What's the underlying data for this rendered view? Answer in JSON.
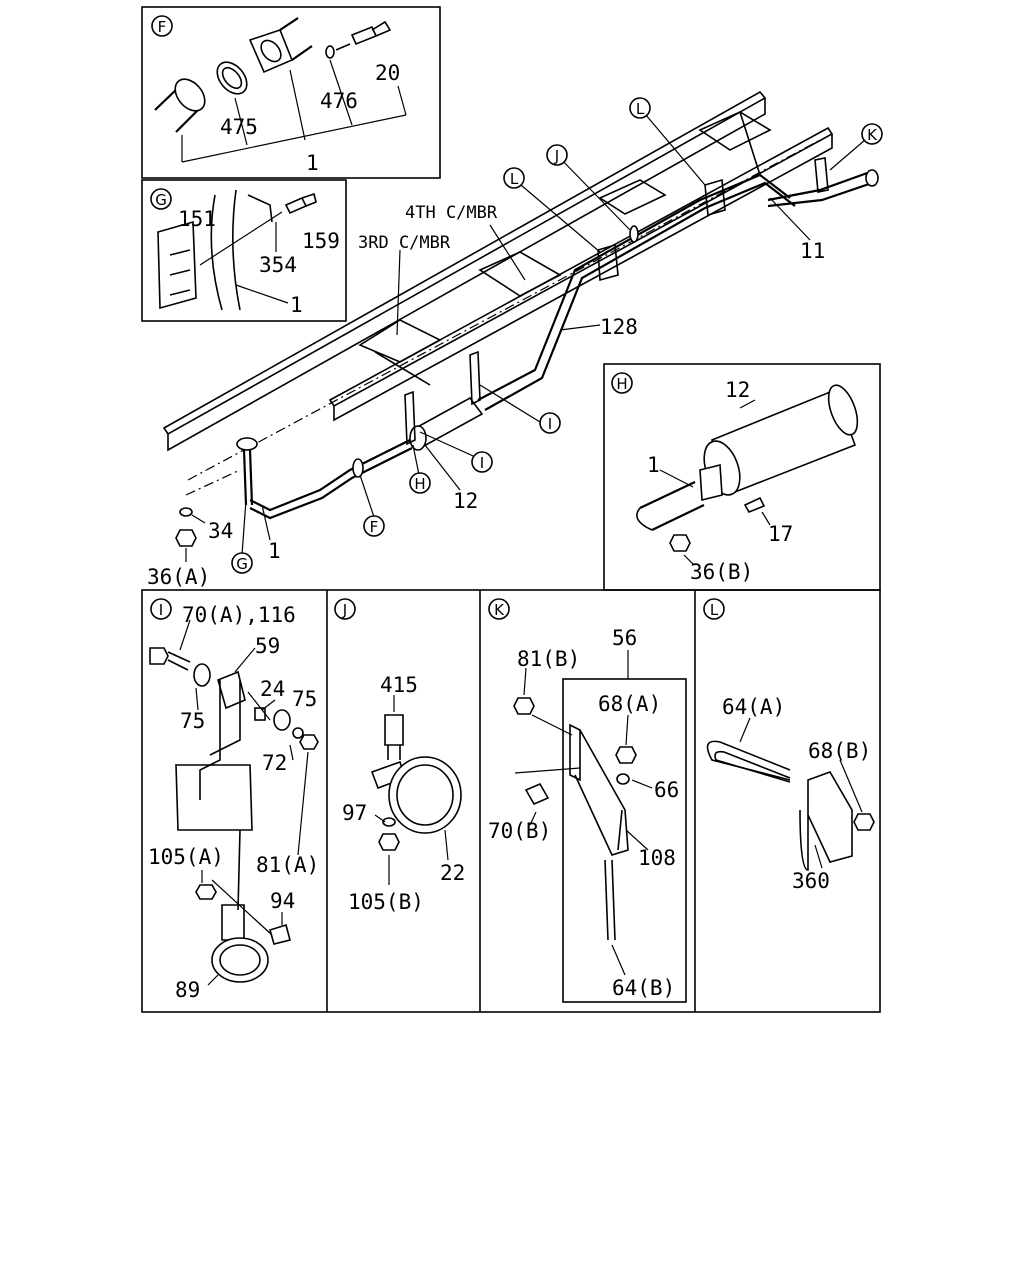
{
  "diagram": {
    "main": {
      "frame_labels": [
        "4TH C/MBR",
        "3RD C/MBR"
      ],
      "part_labels": [
        "128",
        "11",
        "12",
        "1",
        "34",
        "36(A)"
      ],
      "callouts": [
        "L",
        "J",
        "L",
        "K",
        "I",
        "I",
        "H",
        "F",
        "G"
      ]
    },
    "panels": [
      {
        "id": "F",
        "labels": [
          "20",
          "476",
          "475",
          "1"
        ]
      },
      {
        "id": "G",
        "labels": [
          "151",
          "159",
          "354",
          "1"
        ]
      },
      {
        "id": "H",
        "labels": [
          "12",
          "1",
          "17",
          "36(B)"
        ]
      },
      {
        "id": "I",
        "labels": [
          "70(A),116",
          "59",
          "24",
          "75",
          "75",
          "72",
          "81(A)",
          "105(A)",
          "94",
          "89"
        ]
      },
      {
        "id": "J",
        "labels": [
          "415",
          "97",
          "105(B)",
          "22"
        ]
      },
      {
        "id": "K",
        "labels": [
          "56",
          "81(B)",
          "68(A)",
          "66",
          "70(B)",
          "108",
          "64(B)"
        ]
      },
      {
        "id": "L",
        "labels": [
          "64(A)",
          "68(B)",
          "360"
        ]
      }
    ]
  }
}
